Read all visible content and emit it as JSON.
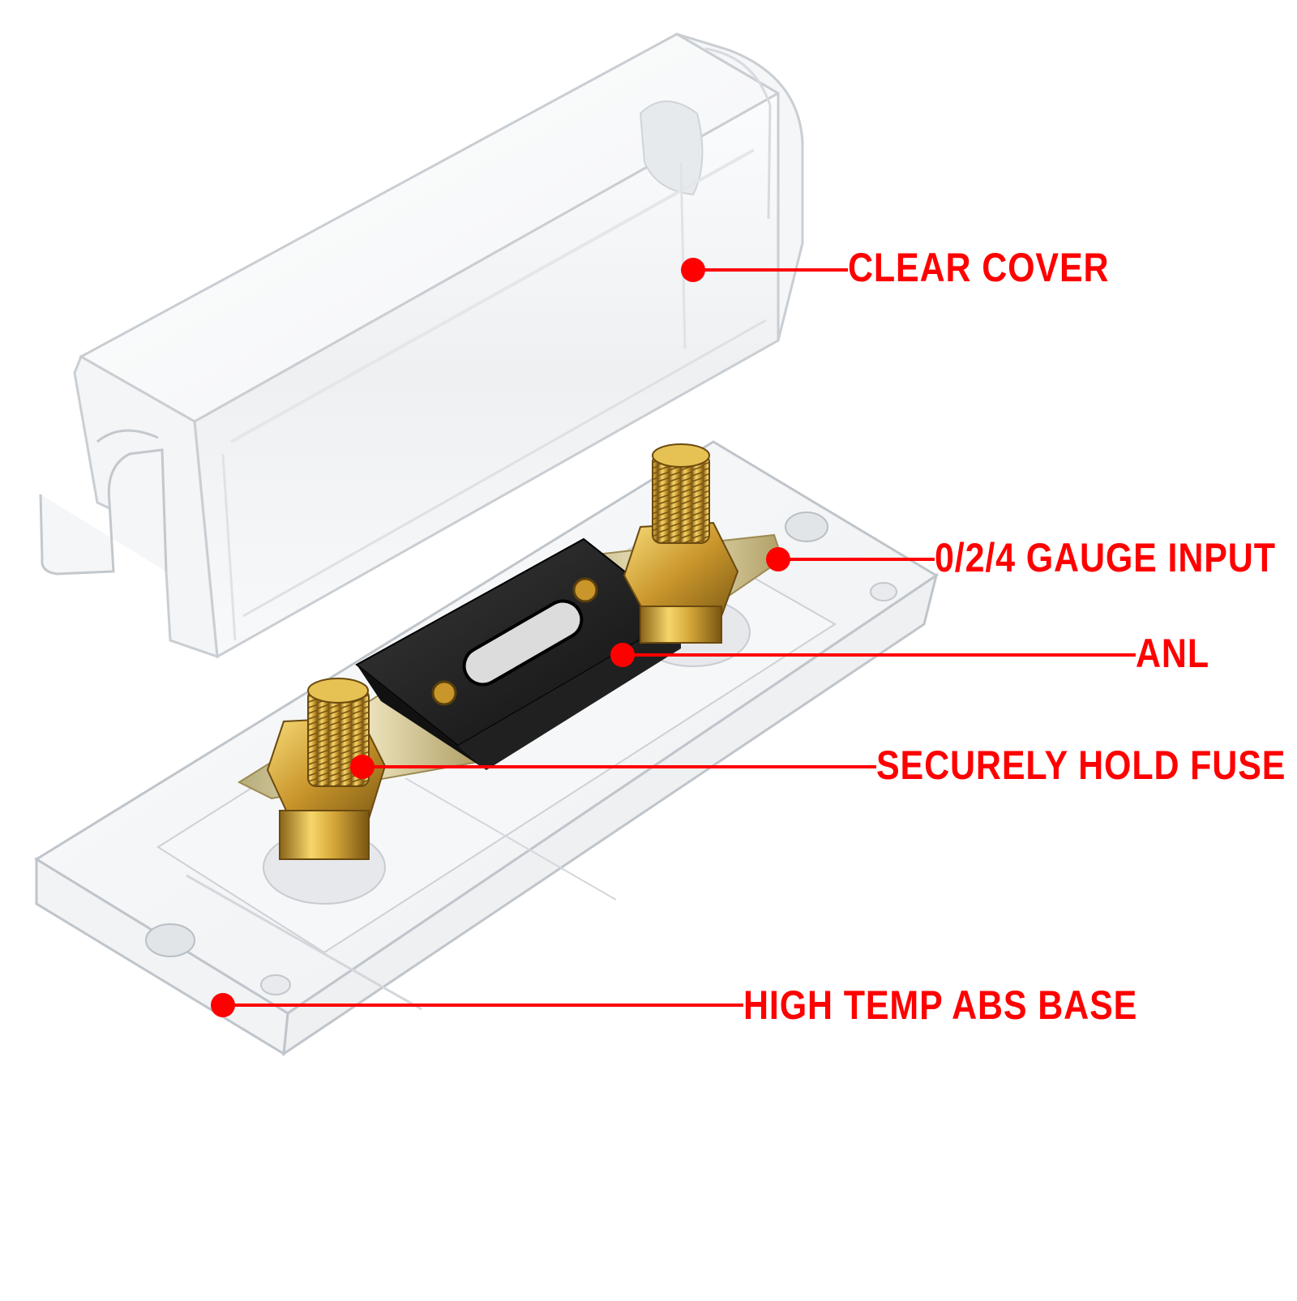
{
  "colors": {
    "callout": "#ff0000",
    "cover_edge": "#c9ced3",
    "base_edge": "#bfc5cb",
    "brass": "#d6a83a",
    "brass_dark": "#8a6418",
    "fuse_body": "#1c1c1c",
    "metal_plate": "#d8cfa8"
  },
  "callouts": {
    "clear_cover": "CLEAR COVER",
    "gauge_input": "0/2/4 GAUGE INPUT",
    "anl": "ANL",
    "securely_hold_fuse": "SECURELY HOLD FUSE",
    "abs_base": "HIGH TEMP ABS BASE"
  },
  "icons": {
    "callout_marker": "red-dot-icon",
    "terminal": "brass-stud-icon"
  }
}
